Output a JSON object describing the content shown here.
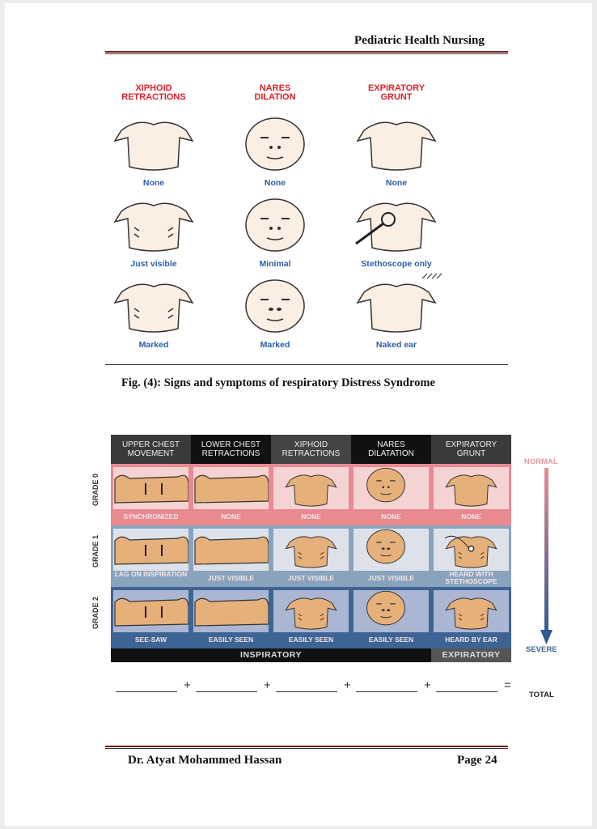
{
  "header": {
    "title": "Pediatric Health Nursing"
  },
  "figure1": {
    "columns": [
      {
        "title_line1": "XIPHOID",
        "title_line2": "RETRACTIONS",
        "labels": [
          "None",
          "Just visible",
          "Marked"
        ]
      },
      {
        "title_line1": "NARES",
        "title_line2": "DILATION",
        "labels": [
          "None",
          "Minimal",
          "Marked"
        ]
      },
      {
        "title_line1": "EXPIRATORY",
        "title_line2": "GRUNT",
        "labels": [
          "None",
          "Stethoscope only",
          "Naked ear"
        ]
      }
    ],
    "caption": "Fig. (4): Signs and symptoms of respiratory Distress Syndrome"
  },
  "figure2": {
    "headers": [
      {
        "line1": "UPPER CHEST",
        "line2": "MOVEMENT"
      },
      {
        "line1": "LOWER CHEST",
        "line2": "RETRACTIONS"
      },
      {
        "line1": "XIPHOID",
        "line2": "RETRACTIONS"
      },
      {
        "line1": "NARES",
        "line2": "DILATATION"
      },
      {
        "line1": "EXPIRATORY",
        "line2": "GRUNT"
      }
    ],
    "grades": [
      {
        "name": "GRADE 0",
        "labels": [
          "SYNCHRONIZED",
          "NONE",
          "NONE",
          "NONE",
          "NONE"
        ]
      },
      {
        "name": "GRADE 1",
        "labels": [
          "LAG ON INSPIRATION",
          "JUST VISIBLE",
          "JUST VISIBLE",
          "JUST VISIBLE",
          "HEARD WITH STETHOSCOPE"
        ]
      },
      {
        "name": "GRADE 2",
        "labels": [
          "SEE-SAW",
          "EASILY SEEN",
          "EASILY SEEN",
          "EASILY SEEN",
          "HEARD BY EAR"
        ]
      }
    ],
    "footer": {
      "inspiratory": "INSPIRATORY",
      "expiratory": "EXPIRATORY"
    },
    "scale": {
      "top": "NORMAL",
      "bottom": "SEVERE"
    },
    "sum": {
      "plus": "+",
      "equals": "=",
      "total": "TOTAL"
    },
    "colors": {
      "grade0": "#e88a90",
      "grade1": "#8aa3bd",
      "grade2": "#3e6495",
      "skin": "#e6b07a"
    }
  },
  "footer": {
    "author": "Dr. Atyat Mohammed Hassan",
    "page": "Page 24"
  }
}
